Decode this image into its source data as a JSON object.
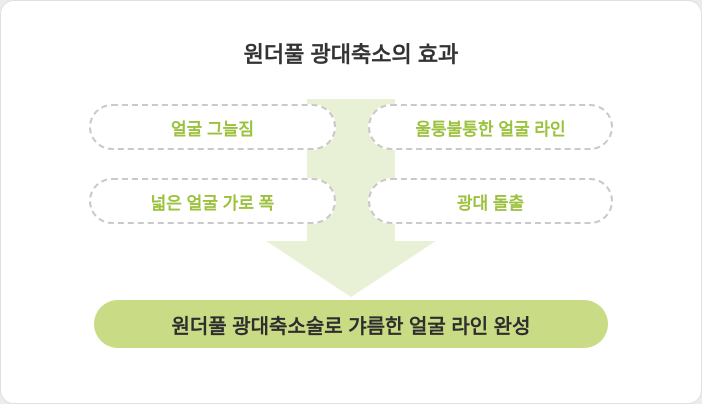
{
  "card": {
    "title": "원더풀 광대축소의 효과",
    "issues": [
      {
        "label": "얼굴 그늘짐"
      },
      {
        "label": "울퉁불퉁한 얼굴 라인"
      },
      {
        "label": "넓은 얼굴 가로 폭"
      },
      {
        "label": "광대 돌출"
      }
    ],
    "result": "원더풀 광대축소술로 갸름한 얼굴 라인 완성"
  },
  "colors": {
    "green_text": "#9cc13e",
    "arrow_fill": "#e8f1d6",
    "result_bg": "#c9dc85",
    "dash_border": "#c9c9c9",
    "title_color": "#333333",
    "page_bg": "#ececec",
    "card_bg": "#ffffff"
  }
}
